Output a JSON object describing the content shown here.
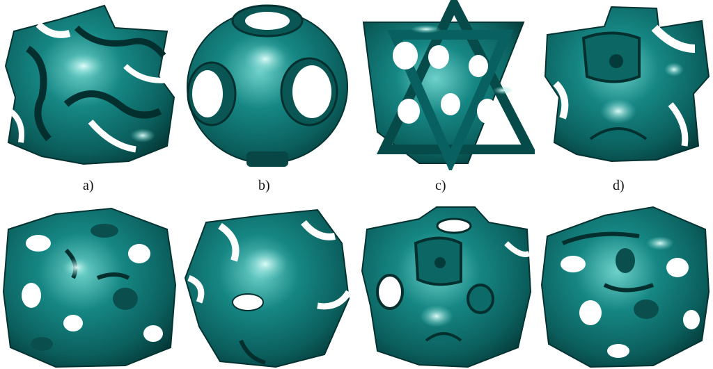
{
  "colors": {
    "teal": "#0f7775",
    "teal_dark": "#053d3c",
    "teal_light": "#4fbcb6",
    "highlight": "#d8fbf8",
    "background": "#ffffff"
  },
  "panels": [
    {
      "id": "a",
      "label": "a)"
    },
    {
      "id": "b",
      "label": "b)"
    },
    {
      "id": "c",
      "label": "c)"
    },
    {
      "id": "d",
      "label": "d)"
    },
    {
      "id": "e",
      "label": ""
    },
    {
      "id": "f",
      "label": ""
    },
    {
      "id": "g",
      "label": ""
    },
    {
      "id": "h",
      "label": ""
    }
  ]
}
